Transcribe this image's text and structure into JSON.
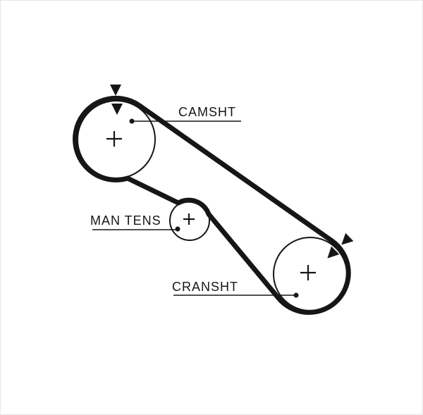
{
  "diagram": {
    "type": "timing-belt-routing",
    "labels": {
      "camshaft": "CAMSHT",
      "tensioner": "MAN TENS",
      "crankshaft": "CRANSHT"
    },
    "colors": {
      "ink": "#161616",
      "background": "#ffffff"
    }
  }
}
